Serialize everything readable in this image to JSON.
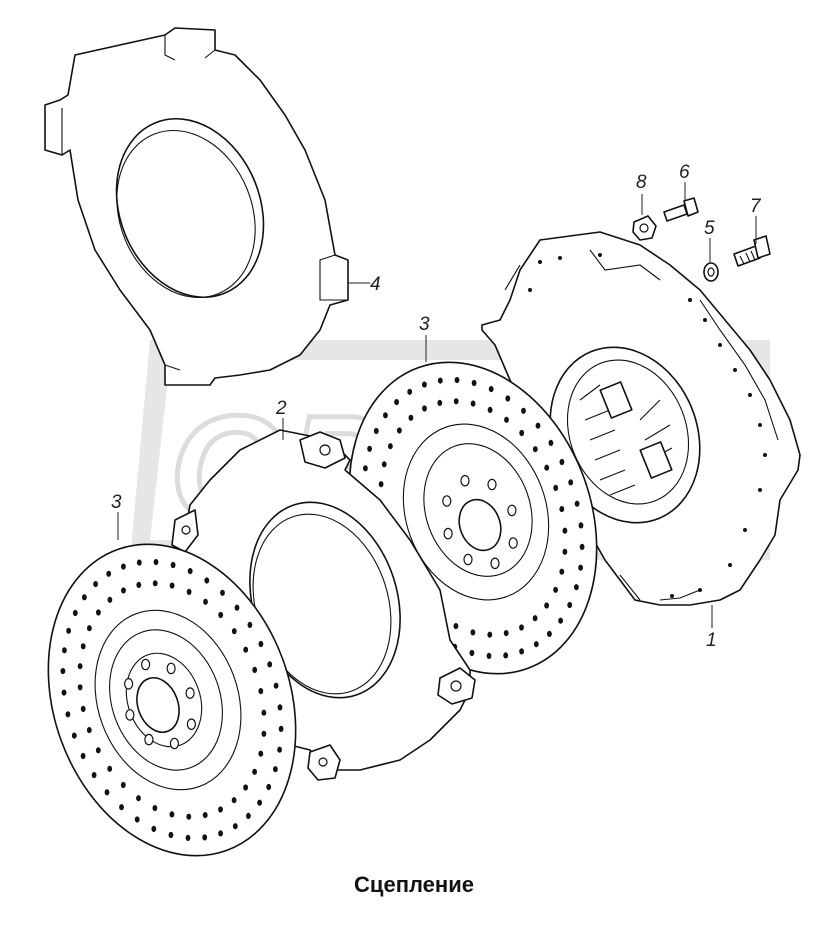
{
  "caption": "Сцепление",
  "watermark_text": "ОРЕХ",
  "callouts": [
    {
      "id": "1",
      "text": "1"
    },
    {
      "id": "2",
      "text": "2"
    },
    {
      "id": "3a",
      "text": "3"
    },
    {
      "id": "3b",
      "text": "3"
    },
    {
      "id": "4",
      "text": "4"
    },
    {
      "id": "5",
      "text": "5"
    },
    {
      "id": "6",
      "text": "6"
    },
    {
      "id": "7",
      "text": "7"
    },
    {
      "id": "8",
      "text": "8"
    }
  ],
  "colors": {
    "line": "#111111",
    "watermark": "#e6e6e6",
    "background": "#ffffff"
  }
}
